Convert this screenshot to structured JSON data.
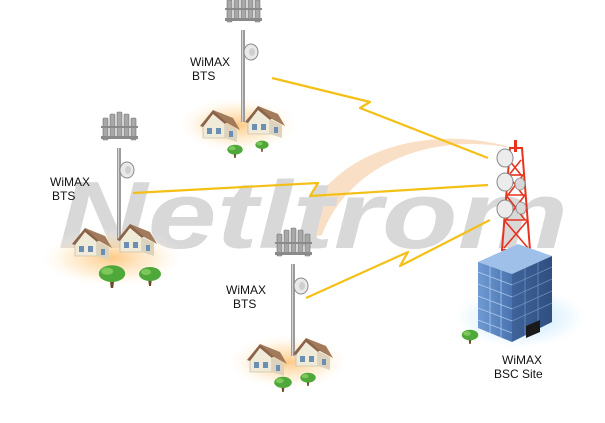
{
  "watermark": {
    "text": "Netltrom",
    "color": "#d6d6d6",
    "swoosh_color": "#f5c9a0"
  },
  "colors": {
    "link": "#f4c016",
    "glow": "#ffcf8a",
    "tower": "#9a9a9a",
    "mast_red": "#e8331f",
    "mast_white": "#ffffff",
    "building": "#5b87c4",
    "building_glow": "#bfe2ff",
    "roof": "#8e6a52",
    "tree": "#4fa83a",
    "trunk": "#6b4a2b"
  },
  "nodes": {
    "bts_top": {
      "label_line1": "WiMAX",
      "label_line2": "BTS"
    },
    "bts_left": {
      "label_line1": "WiMAX",
      "label_line2": "BTS"
    },
    "bts_bottom": {
      "label_line1": "WiMAX",
      "label_line2": "BTS"
    },
    "bsc": {
      "label_line1": "WiMAX",
      "label_line2": "BSC Site"
    }
  },
  "links": [
    {
      "from": "bts_top",
      "to": "bsc",
      "type": "wireless"
    },
    {
      "from": "bts_left",
      "to": "bsc",
      "type": "wireless"
    },
    {
      "from": "bts_bottom",
      "to": "bsc",
      "type": "wireless"
    }
  ]
}
